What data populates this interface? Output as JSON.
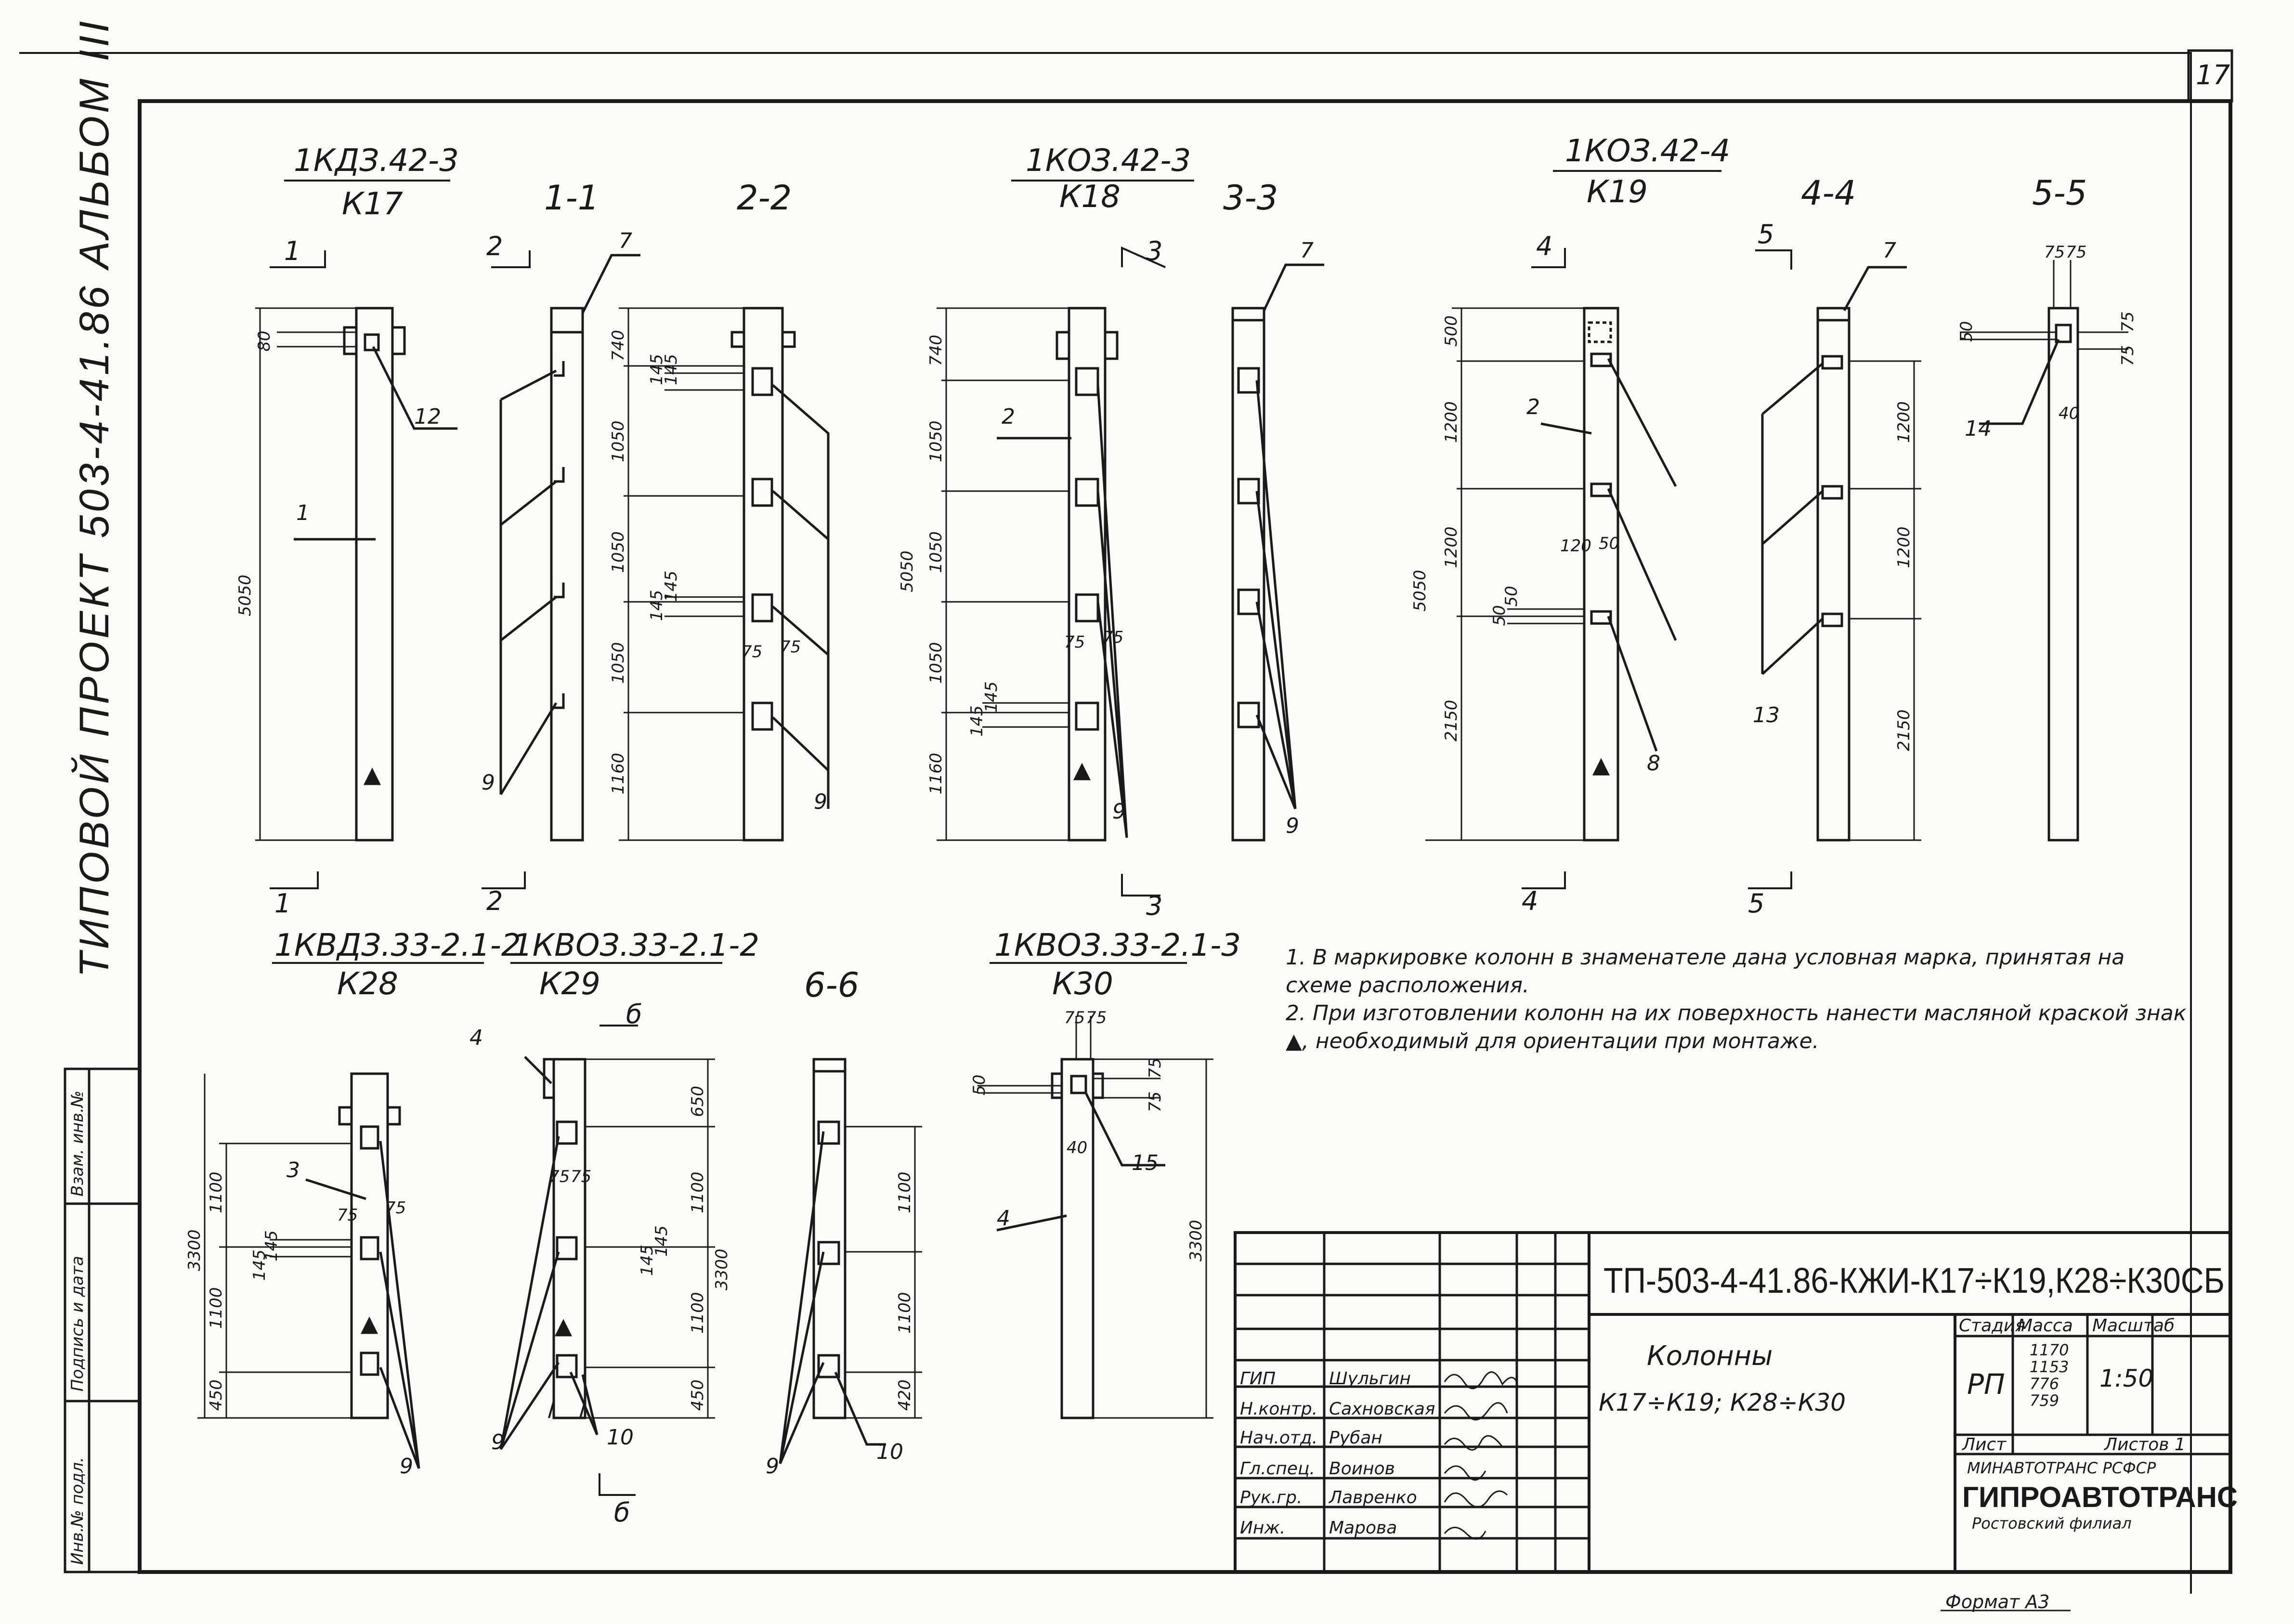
{
  "sheet": {
    "number": "17",
    "format": "Формат А3"
  },
  "side_title": "ТИПОВОЙ ПРОЕКТ 503-4-41.86 АЛЬБОМ III",
  "left_strip": {
    "inv_orig": "Инв.№ подл.",
    "sign_date": "Подпись и дата",
    "inv_dup": "Взам. инв.№"
  },
  "top_row": {
    "k17": {
      "mark": "1КДЗ.42-3",
      "code": "К17"
    },
    "k18": {
      "mark": "1КОЗ.42-3",
      "code": "К18"
    },
    "k19": {
      "mark": "1КОЗ.42-4",
      "code": "К19"
    },
    "sections": {
      "s11": "1-1",
      "s22": "2-2",
      "s33": "3-3",
      "s44": "4-4",
      "s55": "5-5"
    }
  },
  "bottom_row": {
    "k28": {
      "mark": "1КВДЗ.33-2.1-2",
      "code": "К28"
    },
    "k29": {
      "mark": "1КВОЗ.33-2.1-2",
      "code": "К29"
    },
    "k30": {
      "mark": "1КВОЗ.33-2.1-3",
      "code": "К30"
    },
    "sections": {
      "s66": "6-6"
    }
  },
  "cut_marks": {
    "c1": "1",
    "c2": "2",
    "c3": "3",
    "c4": "4",
    "c5": "5",
    "c6": "б"
  },
  "dims": {
    "k17_total": "5050",
    "k17_top": "80",
    "k18_total": "5050",
    "k18_segments": [
      "740",
      "1050",
      "1050",
      "1050",
      "1160"
    ],
    "s22_segments": [
      "740",
      "1050",
      "1050",
      "1050",
      "1160"
    ],
    "s22_small": [
      "145",
      "145",
      "145",
      "145",
      "75",
      "75"
    ],
    "k18_small": [
      "145",
      "145",
      "75",
      "75"
    ],
    "k19_total": "5050",
    "k19_segments": [
      "500",
      "1200",
      "1200",
      "2150"
    ],
    "k19_small": [
      "120",
      "50",
      "50",
      "50"
    ],
    "s44_segments": [
      "1200",
      "1200",
      "2150"
    ],
    "s55_top": [
      "75",
      "75",
      "75",
      "50",
      "75",
      "40"
    ],
    "k28_total": "3300",
    "k28_segments": [
      "1100",
      "1100",
      "450"
    ],
    "k28_small": [
      "145",
      "145",
      "75",
      "75"
    ],
    "k29_total": "3300",
    "k29_segments": [
      "650",
      "1100",
      "1100",
      "450"
    ],
    "k29_small": [
      "75",
      "75",
      "145",
      "145"
    ],
    "s66_segments": [
      "1100",
      "1100",
      "420"
    ],
    "k30_total": "3300",
    "k30_top": [
      "75",
      "75",
      "50",
      "75",
      "75",
      "40"
    ]
  },
  "callouts": [
    "1",
    "2",
    "3",
    "4",
    "7",
    "8",
    "9",
    "10",
    "12",
    "13",
    "14",
    "15"
  ],
  "notes": [
    "1. В маркировке колонн в знаменателе дана условная марка, принятая на схеме расположения.",
    "2. При изготовлении колонн на их поверхность нанести масляной краской знак ▲, необходимый для ориентации при монтаже."
  ],
  "stamp": {
    "code": "ТП-503-4-41.86-КЖИ-К17÷К19,К28÷К30СБ",
    "name_line1": "Колонны",
    "name_line2": "К17÷К19; К28÷К30",
    "headers": {
      "stage": "Стадия",
      "mass": "Масса",
      "scale": "Масштаб"
    },
    "stage": "РП",
    "masses": [
      "1170",
      "1153",
      "776",
      "759"
    ],
    "scale": "1:50",
    "sheet_label": "Лист",
    "sheets_label": "Листов 1",
    "org1": "МИНАВТОТРАНС РСФСР",
    "org2": "ГИПРОАВТОТРАНС",
    "org3": "Ростовский филиал",
    "people": [
      {
        "role": "ГИП",
        "name": "Шульгин"
      },
      {
        "role": "Н.контр.",
        "name": "Сахновская"
      },
      {
        "role": "Нач.отд.",
        "name": "Рубан"
      },
      {
        "role": "Гл.спец.",
        "name": "Воинов"
      },
      {
        "role": "Рук.гр.",
        "name": "Лавренко"
      },
      {
        "role": "Инж.",
        "name": "Марова"
      }
    ]
  }
}
